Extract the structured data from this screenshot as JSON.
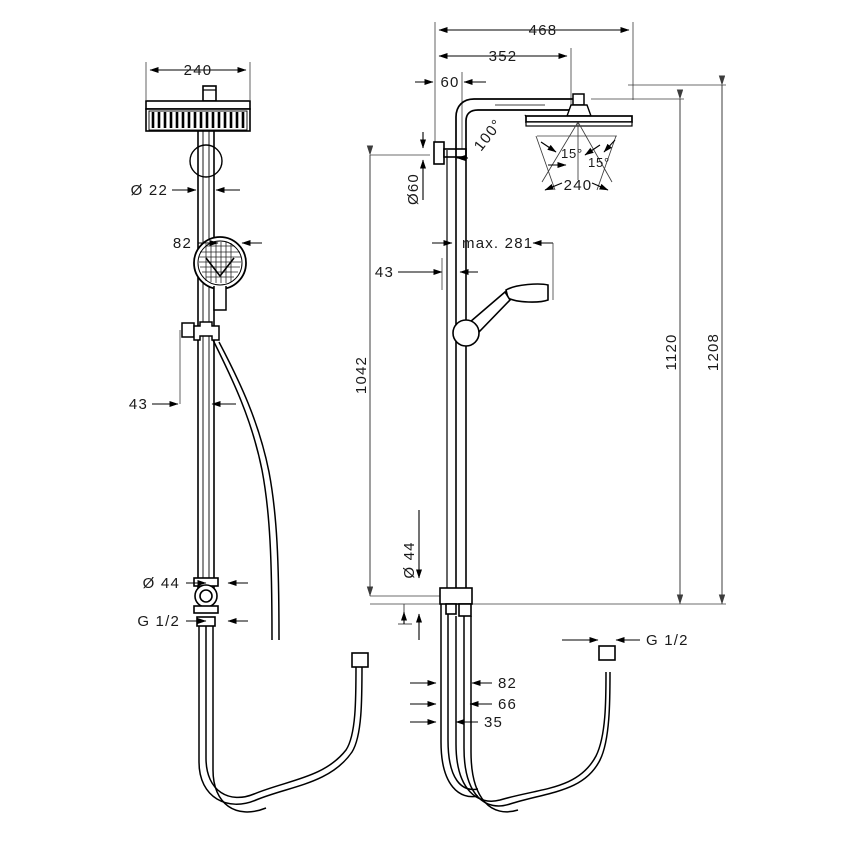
{
  "drawing": {
    "title": "Shower system technical dimension drawing",
    "background_color": "#ffffff",
    "line_color": "#000000",
    "dim_line_color": "#3c3c3c",
    "text_color": "#1a1a1a"
  },
  "views": {
    "front": {
      "name": "front-view"
    },
    "side": {
      "name": "side-view"
    }
  },
  "dimensions": {
    "front_overhead_width": "240",
    "front_riser_dia": "Ø 22",
    "front_handshower_dia": "82",
    "front_bracket_offset": "43",
    "front_elbow_dia": "Ø 44",
    "front_thread": "G 1/2",
    "side_total_reach": "468",
    "side_arm_reach": "352",
    "side_wall_offset": "60",
    "side_wall_plate_dia": "Ø60",
    "side_elbow_angle": "100°",
    "side_head_angle_left": "15°",
    "side_head_angle_right": "15°",
    "side_head_depth": "240",
    "side_handshower_max": "max. 281",
    "side_bracket_offset": "43",
    "side_height_1042": "1042",
    "side_height_1120": "1120",
    "side_height_1208": "1208",
    "side_elbow_dia": "Ø 44",
    "side_hose_82": "82",
    "side_hose_66": "66",
    "side_hose_35": "35",
    "side_hose_thread": "G 1/2"
  }
}
